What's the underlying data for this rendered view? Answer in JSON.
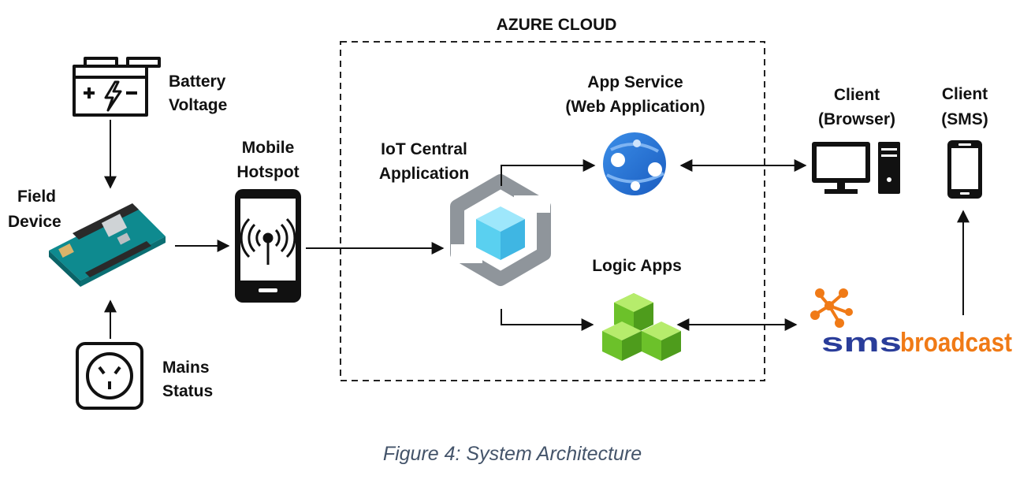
{
  "cloud": {
    "title": "AZURE CLOUD"
  },
  "nodes": {
    "battery": {
      "line1": "Battery",
      "line2": "Voltage",
      "icon": "battery-icon"
    },
    "field_device": {
      "line1": "Field",
      "line2": "Device",
      "icon": "arduino-board-icon"
    },
    "mains": {
      "line1": "Mains",
      "line2": "Status",
      "icon": "power-outlet-icon"
    },
    "hotspot": {
      "line1": "Mobile",
      "line2": "Hotspot",
      "icon": "smartphone-hotspot-icon"
    },
    "iot_central": {
      "line1": "IoT Central",
      "line2": "Application",
      "icon": "iot-central-icon"
    },
    "app_service": {
      "line1": "App Service",
      "line2": "(Web Application)",
      "icon": "app-service-icon"
    },
    "logic_apps": {
      "line1": "Logic Apps",
      "icon": "logic-apps-icon"
    },
    "client_browser": {
      "line1": "Client",
      "line2": "(Browser)",
      "icon": "desktop-computer-icon"
    },
    "client_sms": {
      "line1": "Client",
      "line2": "(SMS)",
      "icon": "smartphone-icon"
    },
    "smsbroadcast": {
      "logo_part1": "sms",
      "logo_part2": "broadcast",
      "icon": "smsbroadcast-logo"
    }
  },
  "colors": {
    "azure_blue": "#1f6fd1",
    "logic_green": "#6cc12a",
    "cube_cyan": "#5ad0f0",
    "sms_blue": "#2a3d9a",
    "sms_orange": "#f07a16",
    "caption": "#44546a"
  },
  "caption": "Figure 4: System Architecture"
}
